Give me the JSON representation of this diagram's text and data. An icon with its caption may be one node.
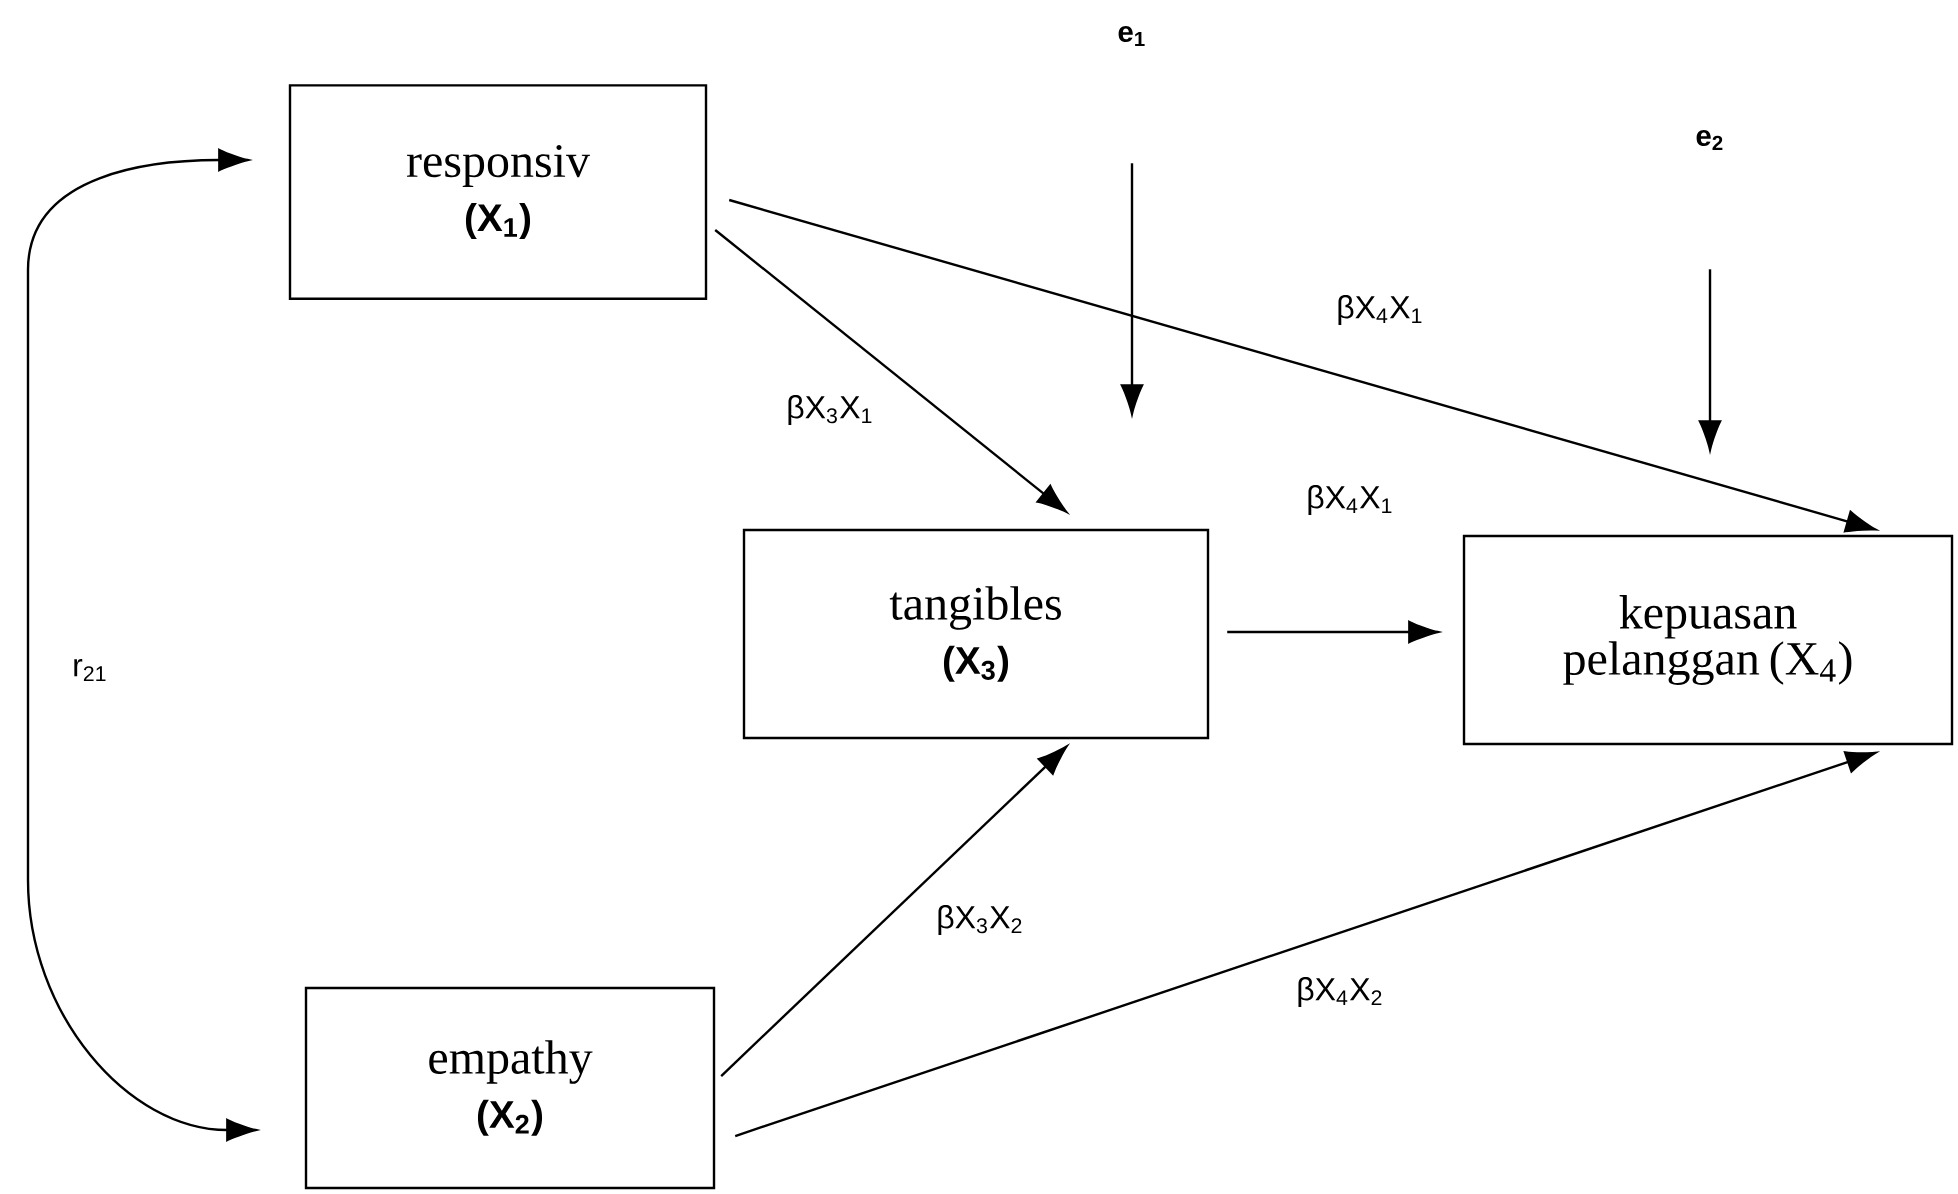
{
  "diagram": {
    "nodes": [
      {
        "text": [
          "responsiv",
          "(X$_{1}$)"
        ]
      },
      {
        "text": [
          "tangibles",
          "(X$_{3}$)"
        ]
      },
      {
        "text": [
          "kepuasan pelanggan (X$_{4}$)"
        ]
      },
      {
        "text": [
          "empathy",
          "(X$_{2}$)"
        ]
      },
      {
        "text": [
          "e$_{1}$"
        ]
      },
      {
        "text": [
          "e$_{2}$"
        ]
      }
    ],
    "edges": [
      {
        "from": 0,
        "to": 3,
        "arrow": "both",
        "label": "r$_{21}$"
      },
      {
        "from": 0,
        "to": 1,
        "arrow": "to",
        "label": "βX$_{3}$X$_{1}$"
      },
      {
        "from": 0,
        "to": 2,
        "arrow": "to",
        "label": "βX$_{4}$X$_{1}$"
      },
      {
        "from": 4,
        "to": 1,
        "arrow": "to"
      },
      {
        "from": 5,
        "to": 2,
        "arrow": "to"
      },
      {
        "from": 1,
        "to": 2,
        "arrow": "to",
        "label": "βX$_{4}$X$_{1}$"
      },
      {
        "from": 3,
        "to": 1,
        "arrow": "to",
        "label": "βX$_{3}$X$_{2}$"
      },
      {
        "from": 3,
        "to": 2,
        "arrow": "to",
        "label": "βX$_{4}$X$_{2}$"
      }
    ]
  }
}
